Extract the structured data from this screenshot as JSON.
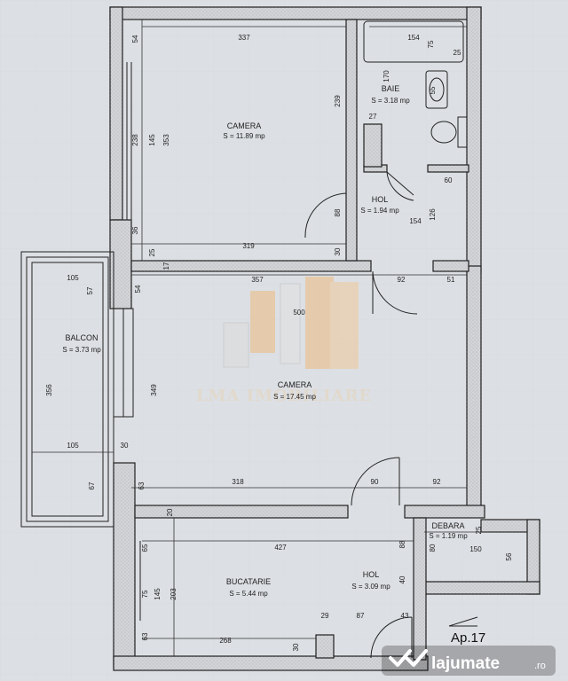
{
  "rooms": [
    {
      "name": "CAMERA",
      "area": "S = 11.89 mp"
    },
    {
      "name": "BAIE",
      "area": "S = 3.18 mp"
    },
    {
      "name": "HOL",
      "area": "S = 1.94 mp"
    },
    {
      "name": "BALCON",
      "area": "S = 3.73 mp"
    },
    {
      "name": "CAMERA",
      "area": "S = 17.45 mp"
    },
    {
      "name": "DEBARA",
      "area": "S = 1.19 mp"
    },
    {
      "name": "BUCATARIE",
      "area": "S = 5.44 mp"
    },
    {
      "name": "HOL",
      "area": "S = 3.09 mp"
    }
  ],
  "dimensions": [
    "54",
    "337",
    "154",
    "75",
    "25",
    "170",
    "55",
    "239",
    "27",
    "238",
    "145",
    "353",
    "60",
    "88",
    "126",
    "154",
    "36",
    "25",
    "319",
    "30",
    "17",
    "105",
    "57",
    "54",
    "357",
    "92",
    "51",
    "500",
    "356",
    "349",
    "105",
    "30",
    "67",
    "63",
    "318",
    "90",
    "92",
    "20",
    "25",
    "150",
    "56",
    "427",
    "88",
    "65",
    "80",
    "75",
    "145",
    "203",
    "40",
    "29",
    "87",
    "43",
    "63",
    "268",
    "30"
  ],
  "watermark": "LMA IMOBILIARE",
  "apartment_label": "Ap.17",
  "brand": {
    "name": "lajumate",
    "suffix": ".ro"
  },
  "colors": {
    "paper": "#dcdfe3",
    "wall": "#c8cbcf",
    "watermark": "#f2c58a"
  }
}
